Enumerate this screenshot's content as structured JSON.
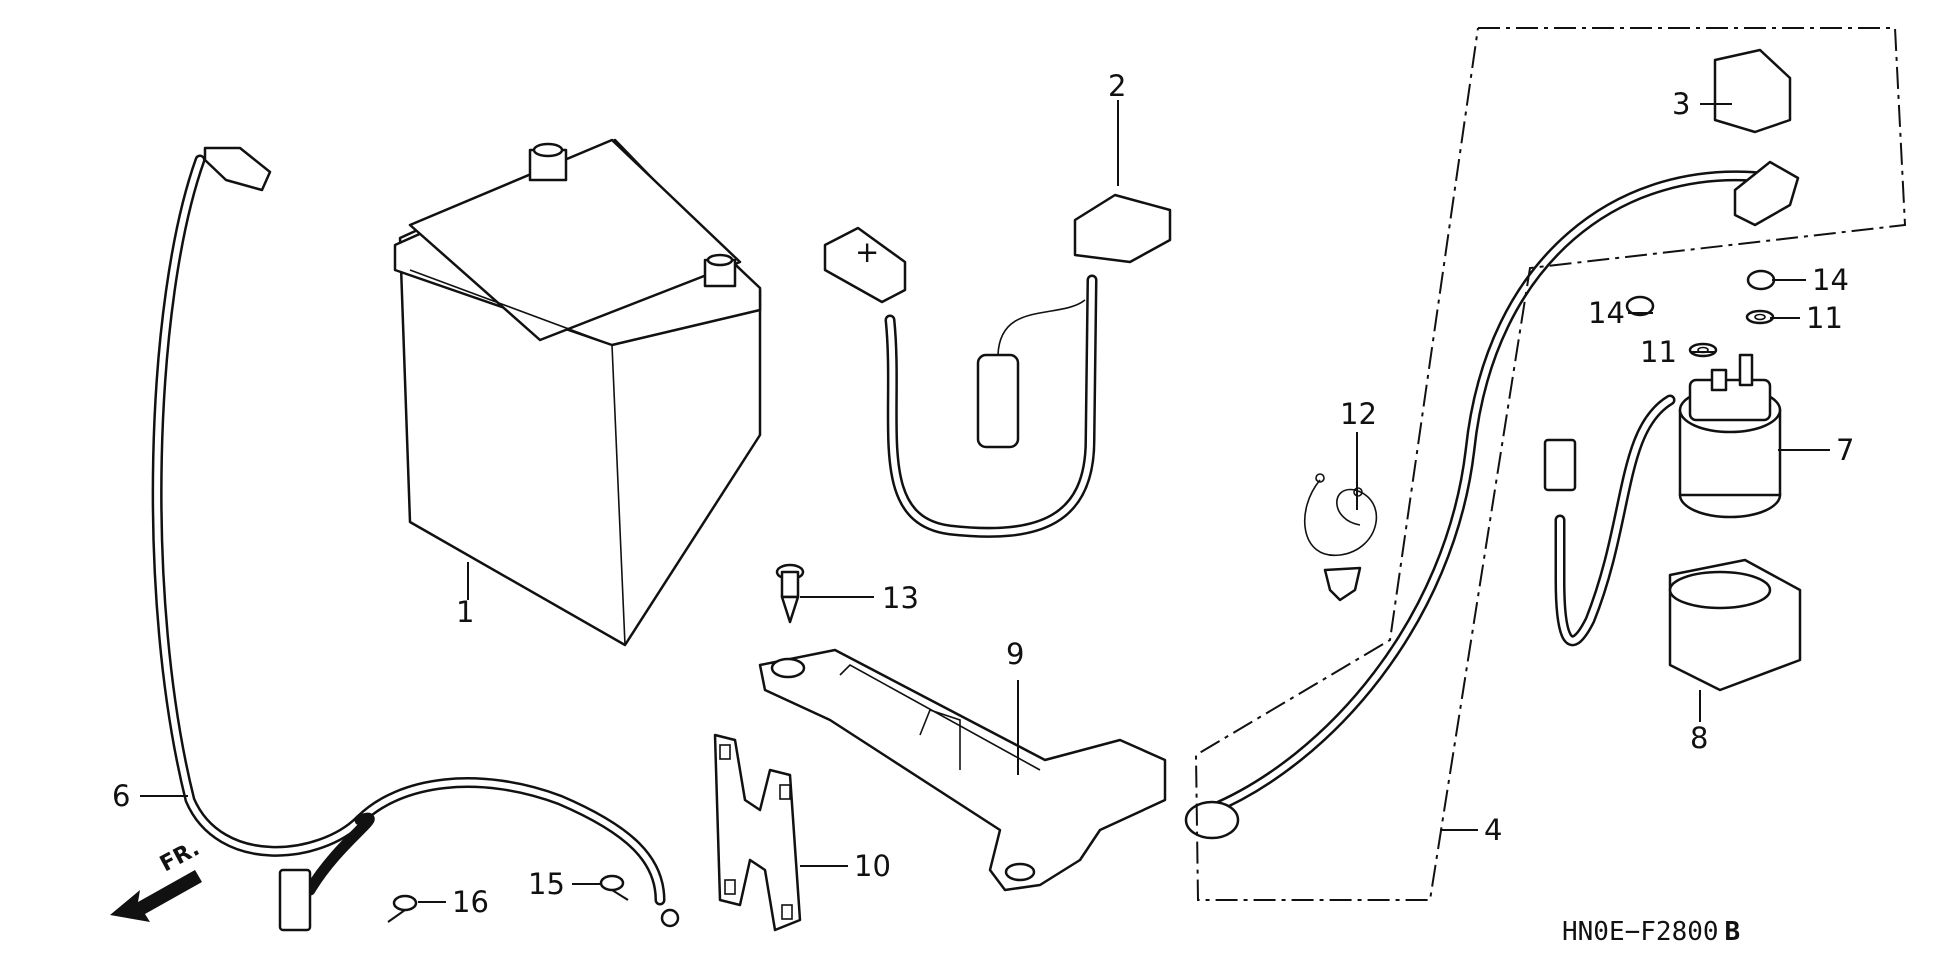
{
  "diagram_code": "HN0E−F2800",
  "diagram_code_suffix": "B",
  "front_marker": "FR.",
  "callouts": [
    {
      "id": "1",
      "text": "1"
    },
    {
      "id": "2",
      "text": "2"
    },
    {
      "id": "3",
      "text": "3"
    },
    {
      "id": "4",
      "text": "4"
    },
    {
      "id": "6",
      "text": "6"
    },
    {
      "id": "7",
      "text": "7"
    },
    {
      "id": "8",
      "text": "8"
    },
    {
      "id": "9",
      "text": "9"
    },
    {
      "id": "10",
      "text": "10"
    },
    {
      "id": "11a",
      "text": "11"
    },
    {
      "id": "11b",
      "text": "11"
    },
    {
      "id": "12",
      "text": "12"
    },
    {
      "id": "13",
      "text": "13"
    },
    {
      "id": "14a",
      "text": "14"
    },
    {
      "id": "14b",
      "text": "14"
    },
    {
      "id": "15",
      "text": "15"
    },
    {
      "id": "16",
      "text": "16"
    }
  ]
}
